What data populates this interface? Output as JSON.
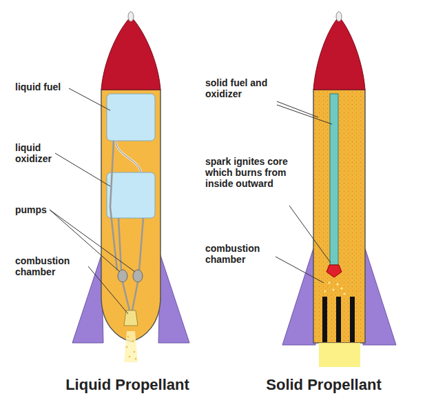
{
  "diagram": {
    "labels": [
      "liquid fuel",
      "liquid oxidizer",
      "pumps",
      "combustion chamber",
      "Liquid Propellant",
      "solid fuel and oxidizer",
      "spark ignites core which burns from inside outward",
      "combustion chamber",
      "Solid Propellant"
    ]
  }
}
